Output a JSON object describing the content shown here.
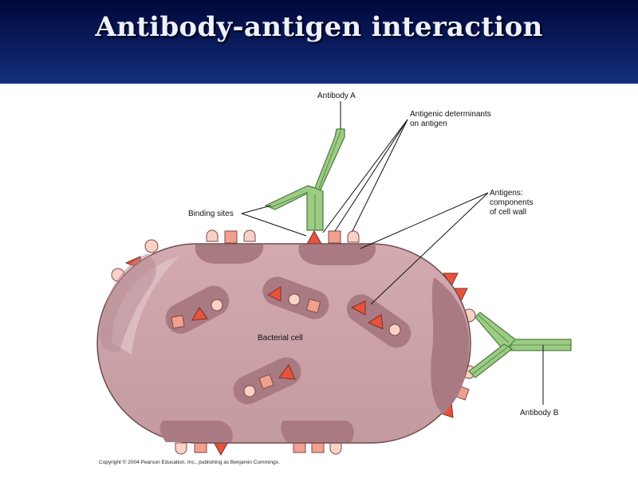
{
  "title": "Antibody-antigen interaction",
  "labels": {
    "antibody_a": "Antibody A",
    "antigenic_determinants_line1": "Antigenic determinants",
    "antigenic_determinants_line2": "on antigen",
    "antigens_line1": "Antigens:",
    "antigens_line2": "components",
    "antigens_line3": "of cell wall",
    "binding_sites": "Binding sites",
    "bacterial_cell": "Bacterial cell",
    "antibody_b": "Antibody B"
  },
  "copyright": "Copyright © 2004 Pearson Education, Inc., publishing as Benjamin Cummings.",
  "colors": {
    "cell": "#c9a0a6",
    "cell_patch": "#a97a82",
    "antibody": "#9ccc84",
    "antibody_stroke": "#4a7a3c",
    "triangle": "#e8533c",
    "square": "#f0a08c",
    "bump": "#f8d2c4"
  }
}
